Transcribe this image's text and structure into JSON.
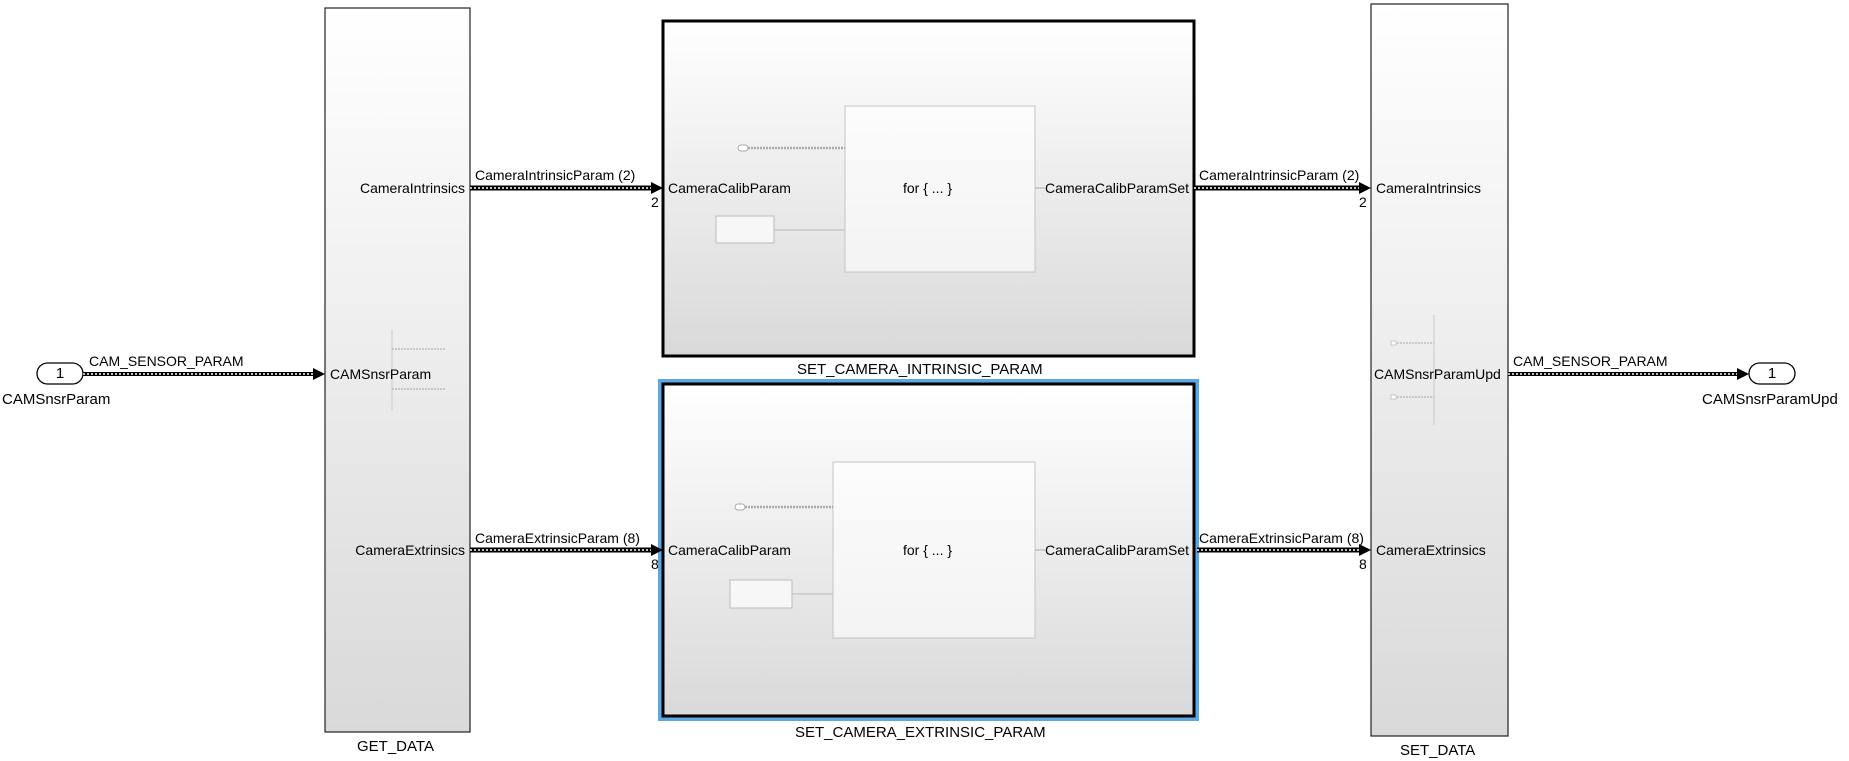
{
  "inports": [
    {
      "number": "1",
      "name": "CAMSnsrParam"
    }
  ],
  "outports": [
    {
      "number": "1",
      "name": "CAMSnsrParamUpd"
    }
  ],
  "blocks": {
    "get_data": {
      "name": "GET_DATA",
      "input": "CAMSnsrParam",
      "outputs": [
        "CameraIntrinsics",
        "CameraExtrinsics"
      ]
    },
    "set_intrinsic": {
      "name": "SET_CAMERA_INTRINSIC_PARAM",
      "input": "CameraCalibParam",
      "output": "CameraCalibParamSet",
      "inner_label": "for { ... }"
    },
    "set_extrinsic": {
      "name": "SET_CAMERA_EXTRINSIC_PARAM",
      "input": "CameraCalibParam",
      "output": "CameraCalibParamSet",
      "inner_label": "for { ... }"
    },
    "set_data": {
      "name": "SET_DATA",
      "inputs": [
        "CameraIntrinsics",
        "CAMSnsrParamUpd",
        "CameraExtrinsics"
      ]
    }
  },
  "signals": {
    "in_bus": "CAM_SENSOR_PARAM",
    "intrinsic_1": "CameraIntrinsicParam (2)",
    "intrinsic_2": "CameraIntrinsicParam (2)",
    "extrinsic_1": "CameraExtrinsicParam (8)",
    "extrinsic_2": "CameraExtrinsicParam (8)",
    "out_bus": "CAM_SENSOR_PARAM",
    "dim_intrinsic": "2",
    "dim_extrinsic": "8"
  },
  "colors": {
    "selection": "#5aa8e6",
    "block_border": "#000000",
    "gradient_top": "#ffffff",
    "gradient_bottom": "#dadada"
  }
}
